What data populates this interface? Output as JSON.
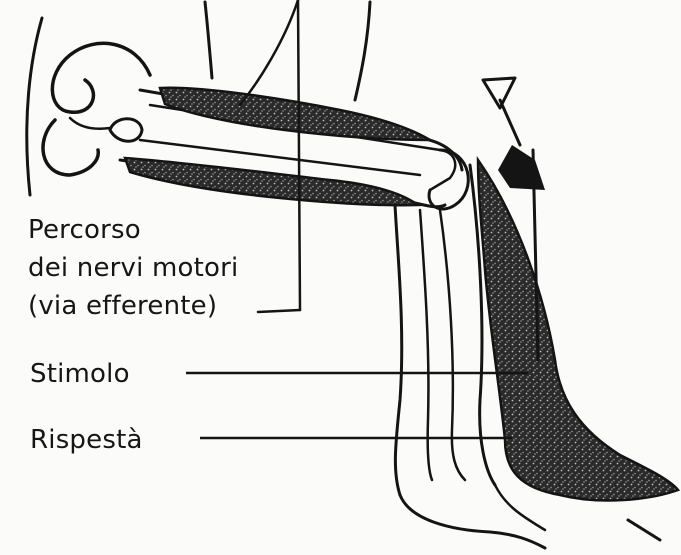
{
  "labels": {
    "percorso_line1": "Percorso",
    "percorso_line2": "dei nervi motori",
    "percorso_line3": "(via efferente)",
    "stimolo": "Stimolo",
    "risposta": "Rispestà"
  },
  "colors": {
    "ink": "#141414",
    "paper": "#fbfbf9"
  }
}
